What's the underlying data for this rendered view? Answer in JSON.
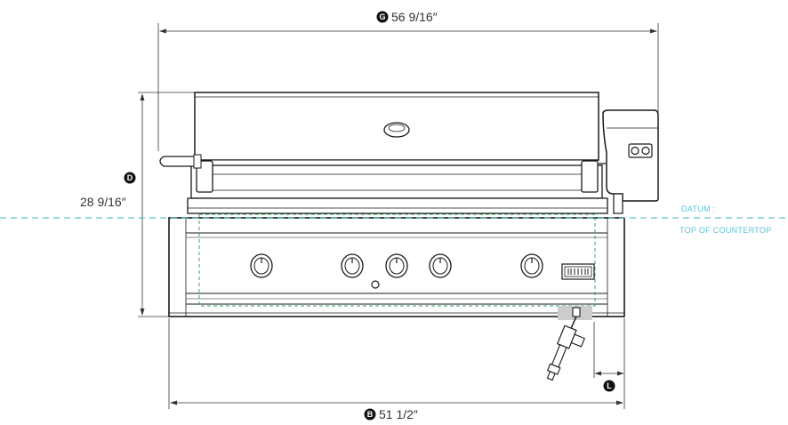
{
  "dimensions": {
    "top_width": {
      "badge": "G",
      "text": "56 9/16″"
    },
    "height": {
      "badge": "D",
      "text": "28 9/16″"
    },
    "bottom_width": {
      "badge": "B",
      "text": "51 1/2″"
    },
    "offset": {
      "badge": "L"
    }
  },
  "datum": {
    "line1": "DATUM :",
    "line2": "TOP OF COUNTERTOP"
  },
  "colors": {
    "outline": "#1a1a1a",
    "dimension": "#333333",
    "datum": "#5bc4d3",
    "hidden_line": "#2a9d5c",
    "badge": "#111111"
  }
}
